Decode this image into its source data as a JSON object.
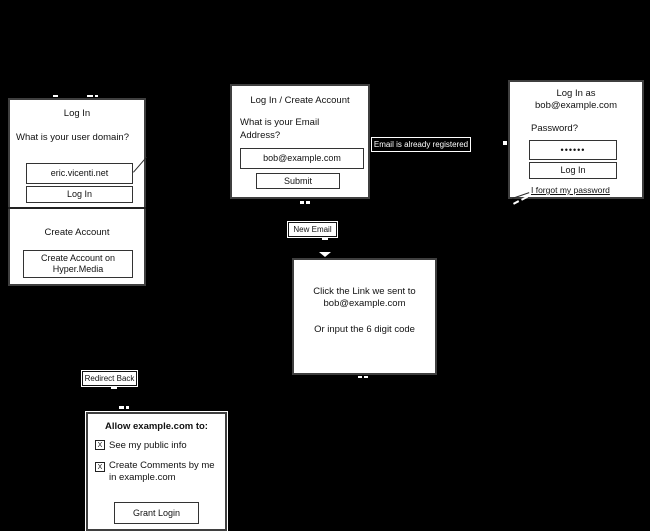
{
  "colors": {
    "background": "#000000",
    "card_fill": "#ffffff",
    "card_border": "#3f3f3f",
    "text": "#111111",
    "inverted_label_bg": "#000000",
    "inverted_label_text": "#ffffff"
  },
  "login_domain_card": {
    "title": "Log In",
    "question": "What is your user domain?",
    "domain_input_value": "eric.vicenti.net",
    "login_button_label": "Log In",
    "create_section_title": "Create Account",
    "create_button_label": "Create Account on Hyper.Media"
  },
  "email_entry_card": {
    "title": "Log In / Create Account",
    "question": "What is your Email Address?",
    "email_input_value": "bob@example.com",
    "submit_button_label": "Submit"
  },
  "password_card": {
    "title_line1": "Log In as",
    "title_line2": "bob@example.com",
    "question": "Password?",
    "password_input_value": "••••••",
    "login_button_label": "Log In",
    "forgot_link_label": "I forgot my password"
  },
  "email_link_card": {
    "line1": "Click the Link we sent to",
    "line2": "bob@example.com",
    "line3": "Or input the 6 digit code"
  },
  "grant_access_card": {
    "title": "Allow example.com to:",
    "checkbox1_glyph": "X",
    "checkbox1_label": "See my public info",
    "checkbox2_glyph": "X",
    "checkbox2_label": "Create Comments by me in example.com",
    "grant_button_label": "Grant Login"
  },
  "edge_labels": {
    "email_registered": "Email is already registered",
    "new_email": "New Email",
    "redirect_back": "Redirect Back"
  }
}
